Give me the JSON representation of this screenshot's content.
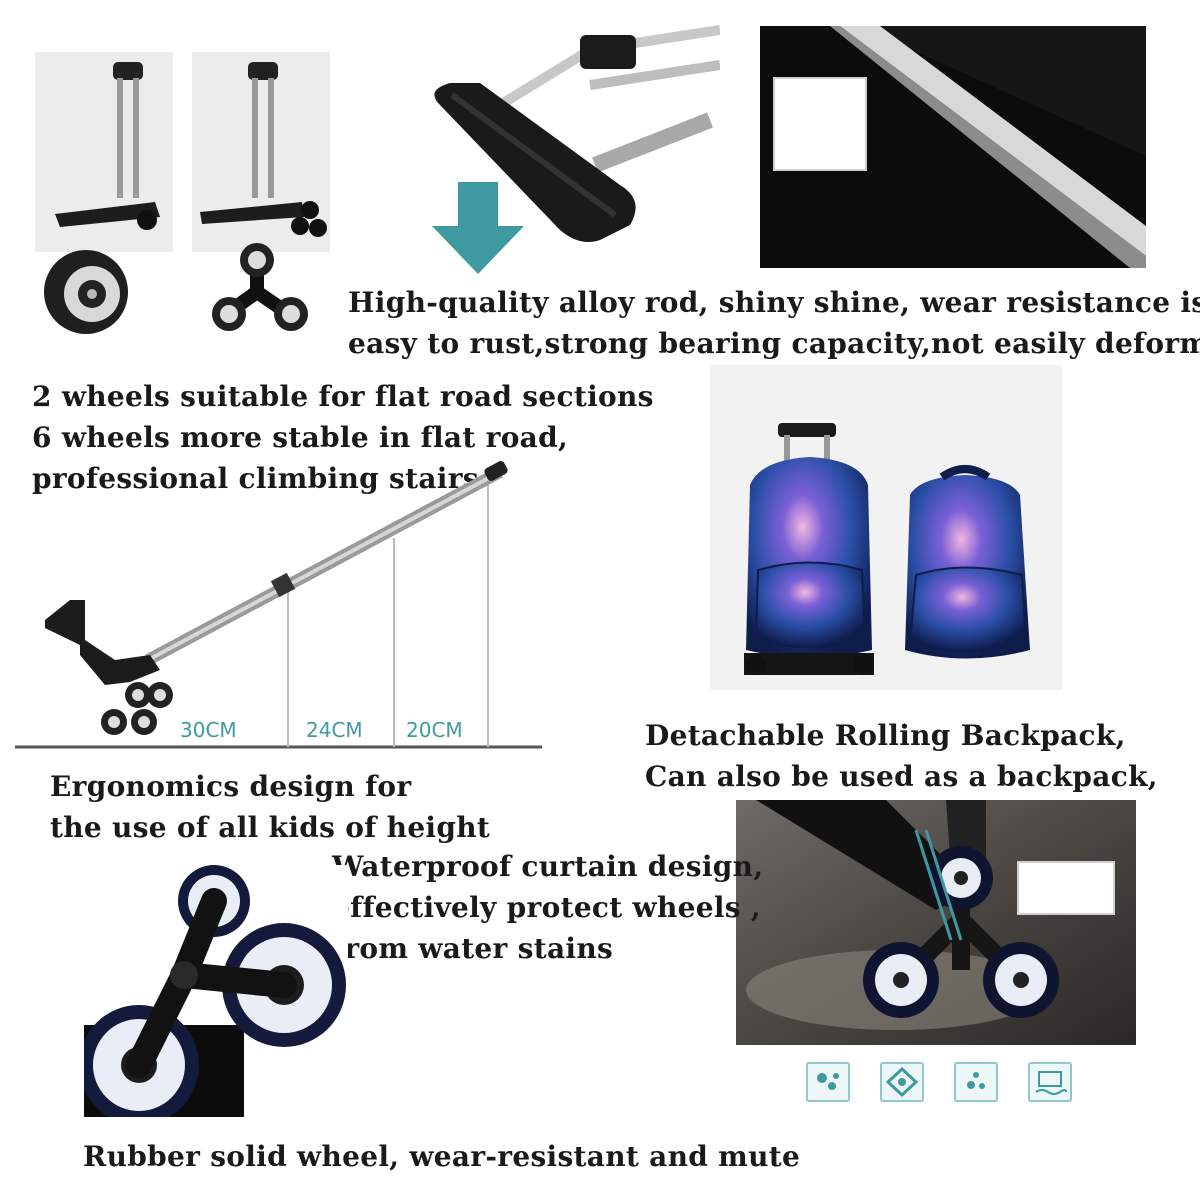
{
  "captions": {
    "alloy_rod": [
      "High-quality alloy rod, shiny shine, wear resistance is n",
      "easy to rust,strong bearing capacity,not easily deforme"
    ],
    "wheels": [
      "2 wheels suitable for flat road sections",
      "6 wheels more stable in flat road,",
      "professional climbing stairs"
    ],
    "detachable": [
      "Detachable Rolling Backpack,",
      "Can also be used as a backpack,"
    ],
    "ergonomics": [
      "Ergonomics design for",
      "the use of all kids of height"
    ],
    "waterproof": [
      "Waterproof curtain design,",
      "effectively protect wheels ,",
      "from water stains"
    ],
    "rubber": "Rubber solid wheel, wear-resistant and mute"
  },
  "heights": [
    "30CM",
    "24CM",
    "20CM"
  ],
  "feature_icons": [
    "wheel-dots-icon",
    "eye-shield-icon",
    "droplets-icon",
    "water-level-icon"
  ],
  "colors": {
    "accent": "#3e9aa0",
    "galaxy": "#2b4fa8",
    "wheel": "#1c2350"
  }
}
